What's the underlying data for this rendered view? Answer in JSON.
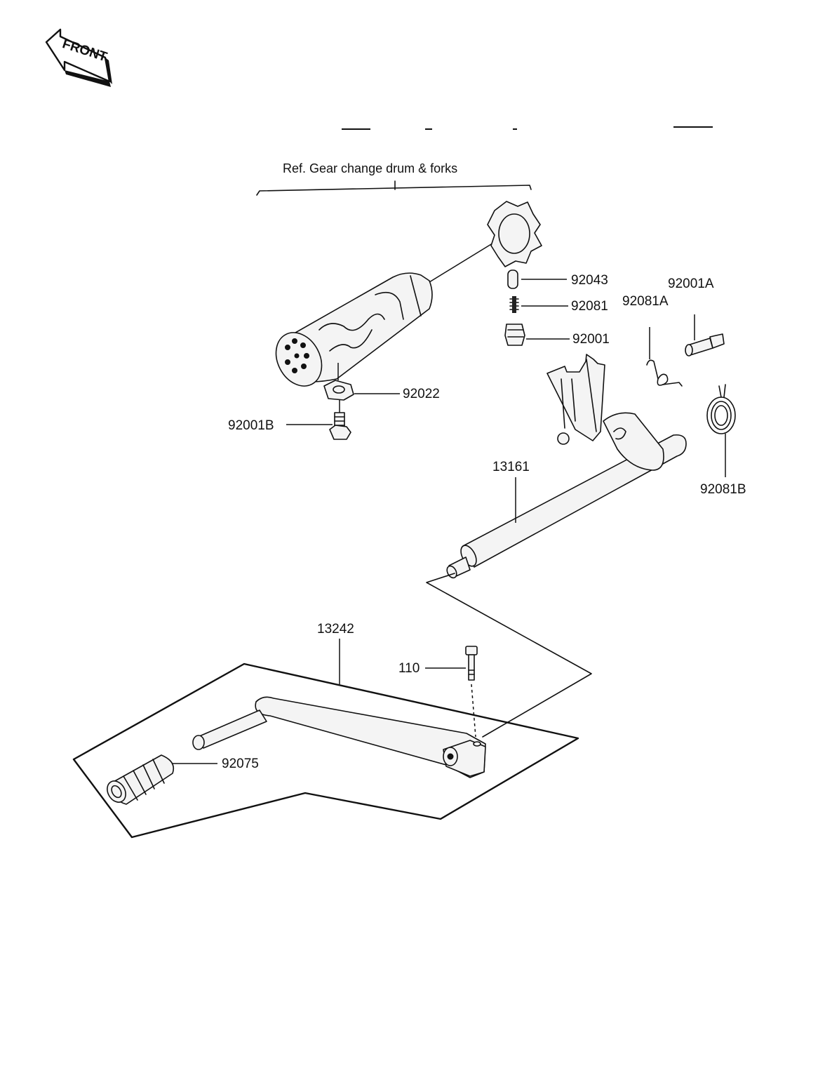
{
  "front_badge": {
    "text": "FRONT",
    "icon": "front-arrow-icon"
  },
  "reference": {
    "text": "Ref.  Gear change drum & forks"
  },
  "parts": [
    {
      "id": "92043",
      "name": "pin"
    },
    {
      "id": "92081",
      "name": "spring"
    },
    {
      "id": "92001",
      "name": "bolt"
    },
    {
      "id": "92081A",
      "name": "spring"
    },
    {
      "id": "92001A",
      "name": "bolt"
    },
    {
      "id": "92022",
      "name": "washer"
    },
    {
      "id": "92001B",
      "name": "bolt"
    },
    {
      "id": "13161",
      "name": "shift shaft"
    },
    {
      "id": "92081B",
      "name": "spring"
    },
    {
      "id": "13242",
      "name": "shift pedal"
    },
    {
      "id": "110",
      "name": "bolt"
    },
    {
      "id": "92075",
      "name": "rubber"
    }
  ]
}
